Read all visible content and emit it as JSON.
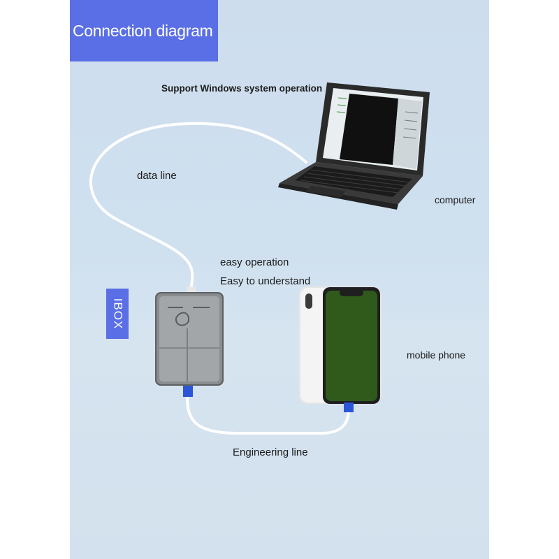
{
  "title": "Connection diagram",
  "labels": {
    "support": "Support Windows system operation",
    "data_line": "data line",
    "computer": "computer",
    "easy_operation": "easy operation",
    "easy_understand": "Easy to understand",
    "ibox": "IBOX",
    "mobile_phone": "mobile phone",
    "engineering_line": "Engineering line"
  },
  "colors": {
    "accent": "#5a6ee6",
    "background": "#cfe0ef",
    "connector": "#2b56d8",
    "phone_screen": "#2f5a1c"
  }
}
